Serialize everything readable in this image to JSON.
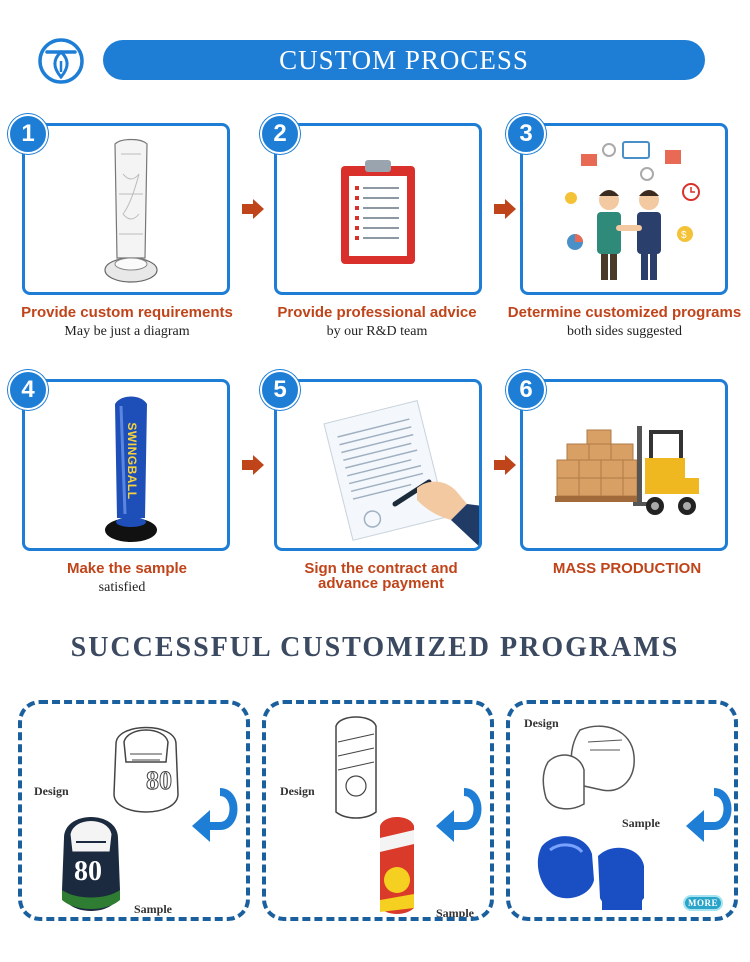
{
  "header": {
    "title": "CUSTOM PROCESS"
  },
  "colors": {
    "brand_blue": "#1e7ed6",
    "title_red": "#c0441a",
    "arrow_orange": "#c0441a",
    "dash_blue": "#1a5f9e",
    "heading_gray": "#3b4a60"
  },
  "steps": [
    {
      "number": "1",
      "title": "Provide custom requirements",
      "subtitle": "May be just a diagram",
      "icon": "inflatable-sketch-icon"
    },
    {
      "number": "2",
      "title": "Provide professional advice",
      "subtitle": "by our R&D team",
      "icon": "clipboard-icon"
    },
    {
      "number": "3",
      "title": "Determine customized programs",
      "subtitle": "both sides suggested",
      "icon": "handshake-icon"
    },
    {
      "number": "4",
      "title": "Make the sample",
      "subtitle": "satisfied",
      "icon": "inflatable-sample-icon",
      "product_text": "SWINGBALL"
    },
    {
      "number": "5",
      "title_line1": "Sign the contract and",
      "title_line2": "advance payment",
      "icon": "contract-signing-icon"
    },
    {
      "number": "6",
      "title": "MASS PRODUCTION",
      "icon": "forklift-icon"
    }
  ],
  "showcase": {
    "title": "SUCCESSFUL CUSTOMIZED PROGRAMS",
    "cards": [
      {
        "design_label": "Design",
        "sample_label": "Sample",
        "design_number": "80",
        "sample_number": "80"
      },
      {
        "design_label": "Design",
        "sample_label": "Sample"
      },
      {
        "design_label": "Design",
        "sample_label": "Sample"
      }
    ],
    "more_label": "MORE"
  }
}
